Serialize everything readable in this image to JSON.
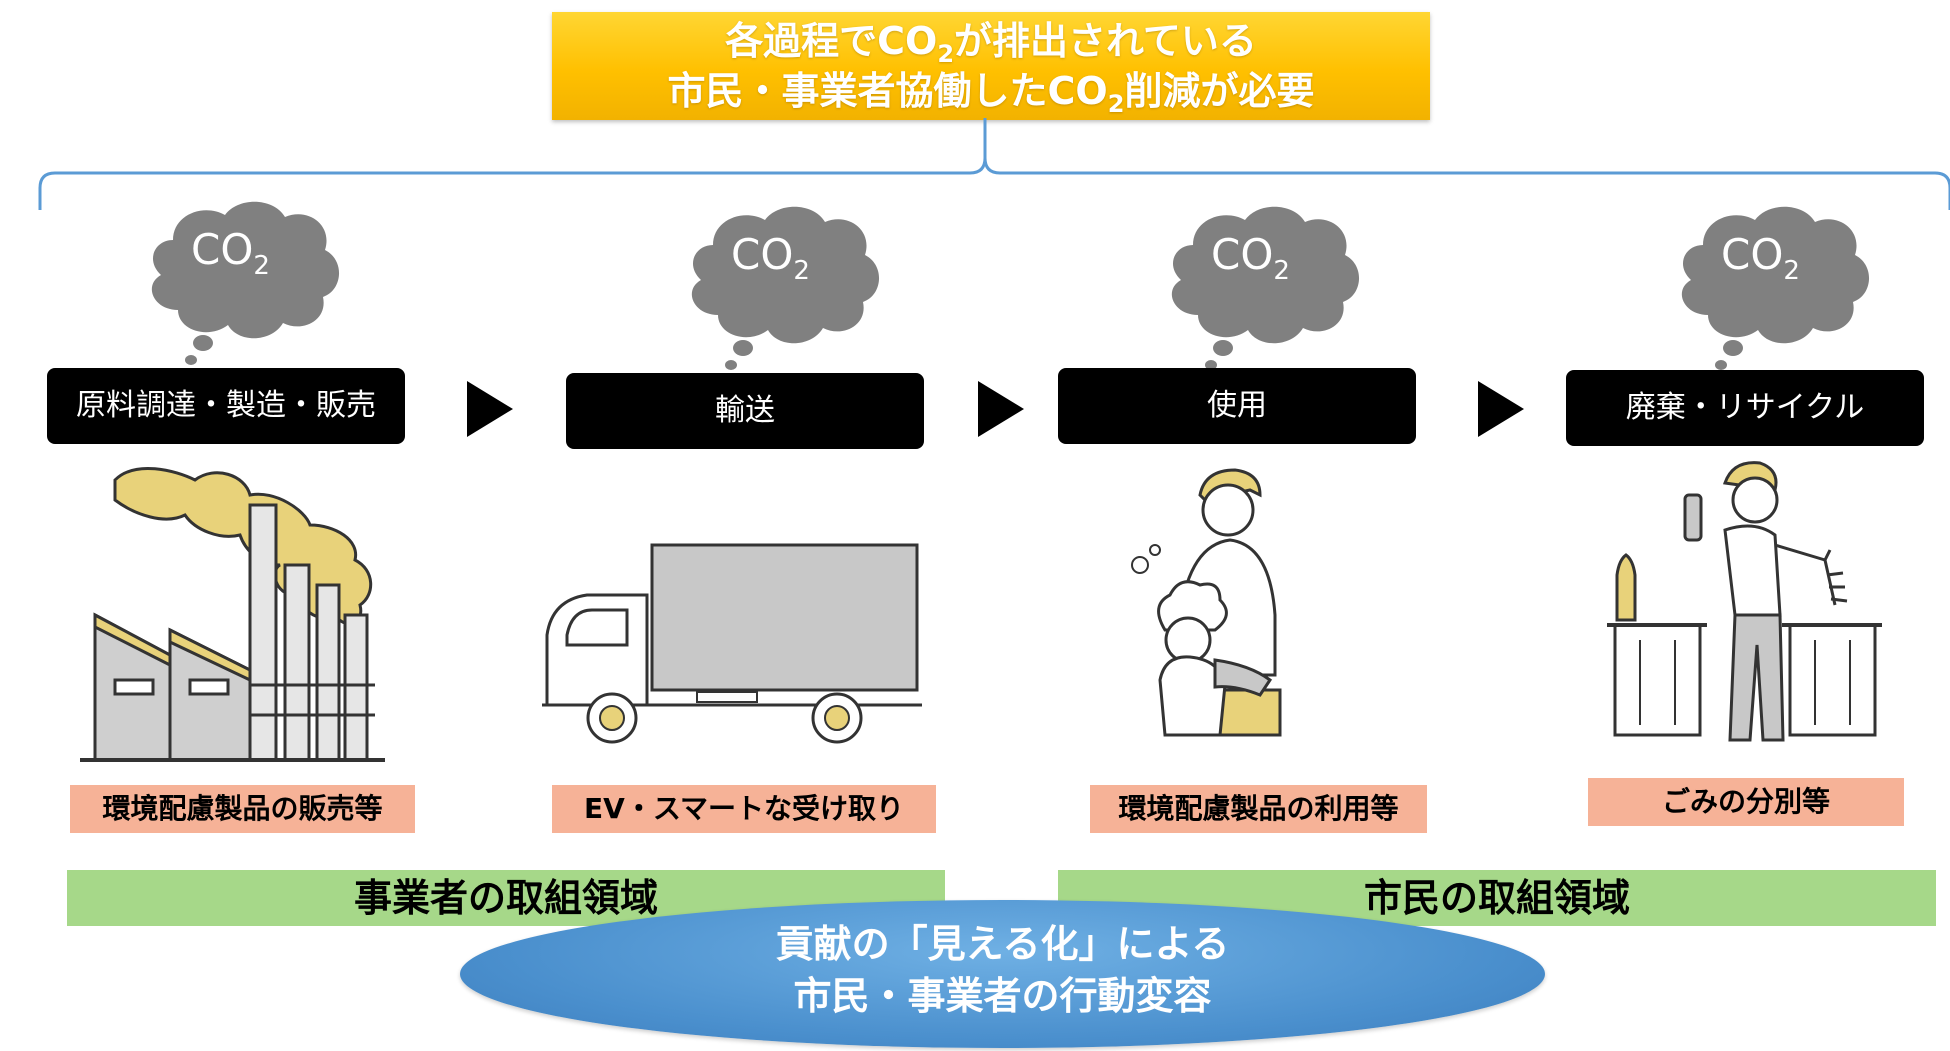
{
  "banner": {
    "line1_pre": "各過程でCO",
    "line1_sub": "2",
    "line1_post": "が排出されている",
    "line2_pre": "市民・事業者協働したCO",
    "line2_sub": "2",
    "line2_post": "削減が必要",
    "color": "#ffc000"
  },
  "cloud": {
    "text_main": "CO",
    "text_sub": "2",
    "color": "#808080"
  },
  "stages": [
    {
      "label": "原料調達・製造・販売",
      "action": "環境配慮製品の販売等",
      "icon": "factory-icon"
    },
    {
      "label": "輸送",
      "action": "EV・スマートな受け取り",
      "icon": "truck-icon"
    },
    {
      "label": "使用",
      "action": "環境配慮製品の利用等",
      "icon": "bathing-icon"
    },
    {
      "label": "廃棄・リサイクル",
      "action": "ごみの分別等",
      "icon": "recycling-icon"
    }
  ],
  "areas": {
    "business": "事業者の取組領域",
    "citizen": "市民の取組領域",
    "color": "#a6d889"
  },
  "conclusion": {
    "line1": "貢献の「見える化」による",
    "line2": "市民・事業者の行動変容",
    "color": "#5b9bd5"
  },
  "accent": {
    "action_bg": "#f6b297",
    "illustration_yellow": "#e8d27a"
  }
}
